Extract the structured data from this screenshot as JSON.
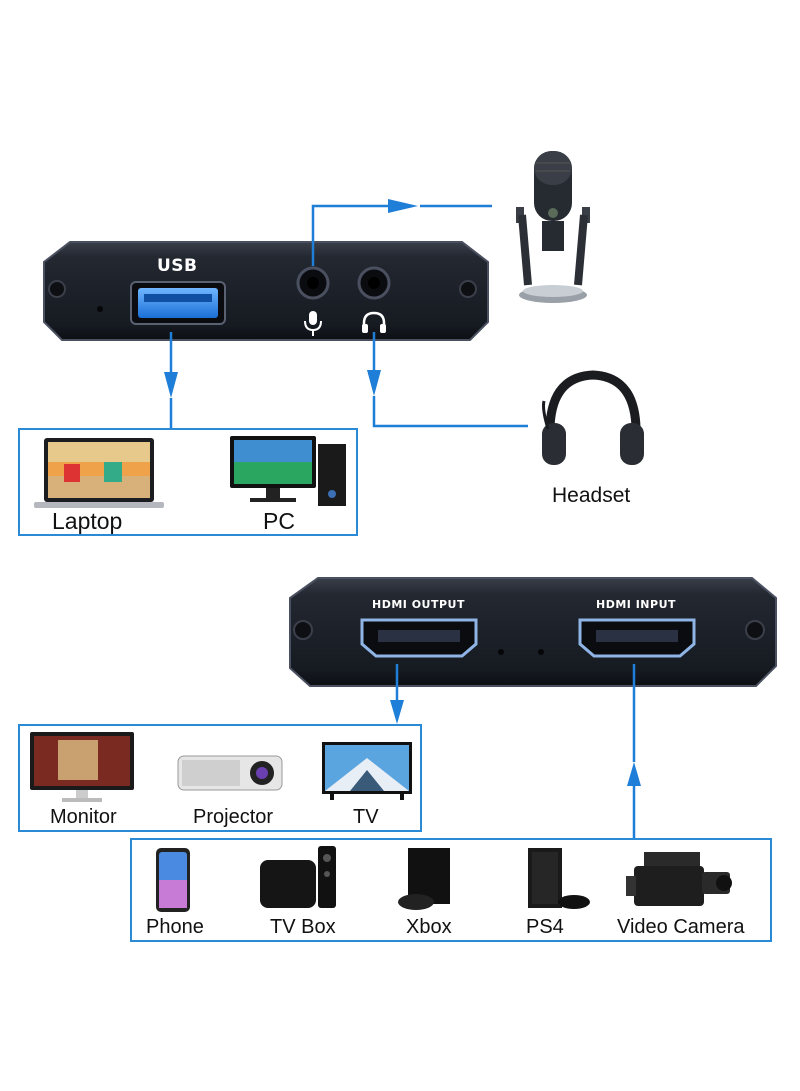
{
  "top_device": {
    "port_label": "USB",
    "mic_icon": "microphone-icon",
    "headphone_icon": "headphone-icon"
  },
  "top_targets": {
    "laptop_label": "Laptop",
    "pc_label": "PC",
    "headset_label": "Headset"
  },
  "bottom_device": {
    "output_label": "HDMI OUTPUT",
    "input_label": "HDMI INPUT"
  },
  "output_targets": {
    "items": [
      "Monitor",
      "Projector",
      "TV"
    ]
  },
  "input_sources": {
    "items": [
      "Phone",
      "TV Box",
      "Xbox",
      "PS4",
      "Video Camera"
    ]
  },
  "colors": {
    "arrow": "#1f7fd8",
    "box_border": "#2a8ad6",
    "device_body": "#1b1f27"
  }
}
